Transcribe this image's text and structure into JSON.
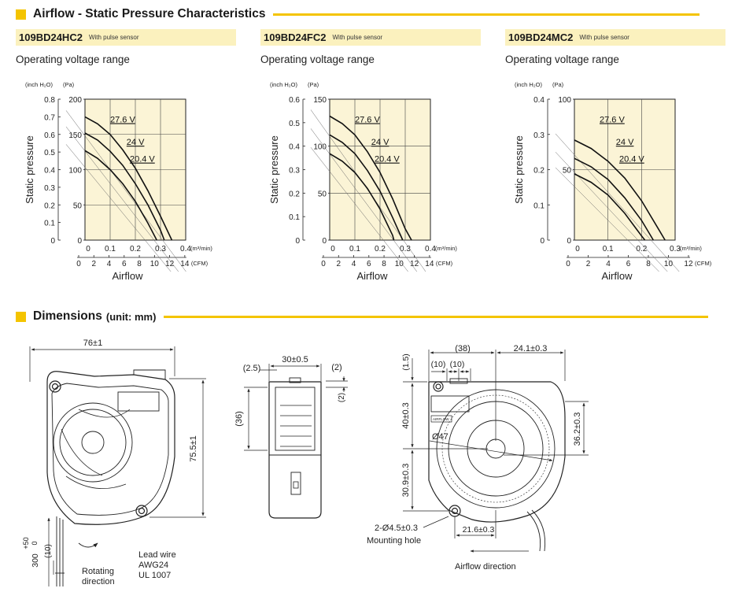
{
  "sections": {
    "airflow": {
      "title": "Airflow - Static Pressure Characteristics"
    },
    "dimensions": {
      "title": "Dimensions",
      "unit": "(unit: mm)"
    }
  },
  "chart_labels": {
    "op_range": "Operating voltage range",
    "sensor": "With pulse sensor",
    "unit_inh2o": "(inch H₂O)",
    "unit_pa": "(Pa)",
    "unit_m3": "(m³/min)",
    "unit_cfm": "(CFM)",
    "ylabel": "Static pressure",
    "xlabel": "Airflow"
  },
  "chart_data": [
    {
      "type": "line",
      "model": "109BD24HC2",
      "subtitle": "With pulse sensor",
      "xlabel": "Airflow",
      "ylabel": "Static pressure",
      "xlim_m3min": [
        0,
        0.4
      ],
      "x_ticks_m3min": [
        "0.1",
        "0.2",
        "0.3",
        "0.4"
      ],
      "cfm_ticks": [
        "0",
        "2",
        "4",
        "6",
        "8",
        "10",
        "12",
        "14"
      ],
      "cfm_max": 14,
      "ylim_pa": [
        0,
        200
      ],
      "pa_ticks": [
        "0",
        "50",
        "100",
        "150",
        "200"
      ],
      "inh2o_ticks": [
        "0",
        "0.1",
        "0.2",
        "0.3",
        "0.4",
        "0.5",
        "0.6",
        "0.7",
        "0.8"
      ],
      "series": [
        {
          "name": "27.6 V",
          "x": [
            0,
            0.05,
            0.1,
            0.15,
            0.2,
            0.25,
            0.3,
            0.345
          ],
          "y": [
            175,
            165,
            150,
            128,
            102,
            70,
            34,
            0
          ]
        },
        {
          "name": "24 V",
          "x": [
            0,
            0.05,
            0.1,
            0.15,
            0.2,
            0.25,
            0.3,
            0.315
          ],
          "y": [
            152,
            142,
            126,
            106,
            80,
            50,
            14,
            0
          ]
        },
        {
          "name": "20.4 V",
          "x": [
            0,
            0.05,
            0.1,
            0.15,
            0.2,
            0.25,
            0.285
          ],
          "y": [
            127,
            116,
            100,
            80,
            55,
            24,
            0
          ]
        }
      ]
    },
    {
      "type": "line",
      "model": "109BD24FC2",
      "subtitle": "With pulse sensor",
      "xlabel": "Airflow",
      "ylabel": "Static pressure",
      "xlim_m3min": [
        0,
        0.4
      ],
      "x_ticks_m3min": [
        "0.1",
        "0.2",
        "0.3",
        "0.4"
      ],
      "cfm_ticks": [
        "0",
        "2",
        "4",
        "6",
        "8",
        "10",
        "12",
        "14"
      ],
      "cfm_max": 14,
      "ylim_pa": [
        0,
        150
      ],
      "pa_ticks": [
        "0",
        "50",
        "100",
        "150"
      ],
      "inh2o_ticks": [
        "0",
        "0.1",
        "0.2",
        "0.3",
        "0.4",
        "0.5",
        "0.6"
      ],
      "series": [
        {
          "name": "27.6 V",
          "x": [
            0,
            0.05,
            0.1,
            0.15,
            0.2,
            0.25,
            0.3,
            0.325
          ],
          "y": [
            132,
            124,
            112,
            94,
            72,
            44,
            12,
            0
          ]
        },
        {
          "name": "24 V",
          "x": [
            0,
            0.05,
            0.1,
            0.15,
            0.2,
            0.25,
            0.29
          ],
          "y": [
            112,
            104,
            92,
            74,
            52,
            24,
            0
          ]
        },
        {
          "name": "20.4 V",
          "x": [
            0,
            0.05,
            0.1,
            0.15,
            0.2,
            0.25,
            0.255
          ],
          "y": [
            92,
            84,
            72,
            55,
            33,
            5,
            0
          ]
        }
      ]
    },
    {
      "type": "line",
      "model": "109BD24MC2",
      "subtitle": "With pulse sensor",
      "xlabel": "Airflow",
      "ylabel": "Static pressure",
      "xlim_m3min": [
        0,
        0.3
      ],
      "x_ticks_m3min": [
        "0.1",
        "0.2",
        "0.3"
      ],
      "cfm_ticks": [
        "0",
        "2",
        "4",
        "6",
        "8",
        "10",
        "12"
      ],
      "cfm_max": 12,
      "ylim_pa": [
        0,
        100
      ],
      "pa_ticks": [
        "0",
        "50",
        "100"
      ],
      "inh2o_ticks": [
        "0",
        "0.1",
        "0.2",
        "0.3",
        "0.4"
      ],
      "series": [
        {
          "name": "27.6 V",
          "x": [
            0,
            0.05,
            0.1,
            0.15,
            0.2,
            0.25,
            0.27
          ],
          "y": [
            71,
            65,
            56,
            44,
            28,
            8,
            0
          ]
        },
        {
          "name": "24 V",
          "x": [
            0,
            0.05,
            0.1,
            0.15,
            0.2,
            0.235
          ],
          "y": [
            58,
            52,
            43,
            30,
            14,
            0
          ]
        },
        {
          "name": "20.4 V",
          "x": [
            0,
            0.05,
            0.1,
            0.15,
            0.2,
            0.21
          ],
          "y": [
            47,
            41,
            32,
            19,
            3,
            0
          ]
        }
      ]
    }
  ],
  "dims": {
    "width_76": "76±1",
    "height_755": "75.5±1",
    "lead_300": "300",
    "lead_tol": "+50",
    "lead_tol0": "0",
    "lead_10": "(10)",
    "rotating": [
      "Rotating",
      "direction"
    ],
    "leadwire": [
      "Lead wire",
      "AWG24",
      "UL 1007"
    ],
    "side_30": "30±0.5",
    "side_25": "(2.5)",
    "side_2a": "(2)",
    "side_2b": "(2)",
    "side_36": "(36)",
    "r_38": "(38)",
    "r_241": "24.1±0.3",
    "r_15": "(1.5)",
    "r_10a": "(10)",
    "r_10b": "(10)",
    "r_40": "40±0.3",
    "r_362": "36.2±0.3",
    "r_d47": "Ø47",
    "r_309": "30.9±0.3",
    "r_hole": "2-Ø4.5±0.3",
    "r_mount": "Mounting hole",
    "r_216": "21.6±0.3",
    "r_airflow": "Airflow direction",
    "r_label": "AIRFLOW"
  }
}
